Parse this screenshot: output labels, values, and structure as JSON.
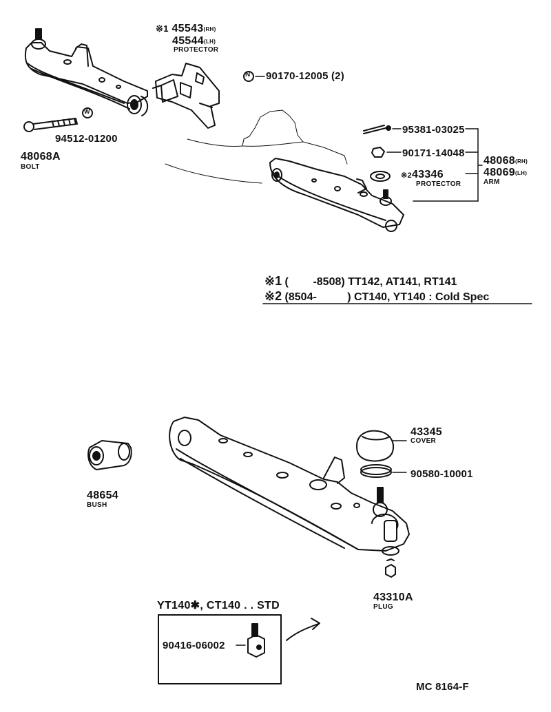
{
  "upper": {
    "p45543": "45543",
    "p45543_side": "(RH)",
    "p45544": "45544",
    "p45544_side": "(LH)",
    "protector": "PROTECTOR",
    "mark1": "※1",
    "n_symbol": "N",
    "p90170": "90170-12005 (2)",
    "w_symbol": "W",
    "p94512": "94512-01200",
    "p48068a": "48068A",
    "bolt": "BOLT",
    "p95381": "95381-03025",
    "p90171": "90171-14048",
    "mark2": "※2",
    "p43346": "43346",
    "protector2": "PROTECTOR",
    "p48068": "48068",
    "p48068_side": "(RH)",
    "p48069": "48069",
    "p48069_side": "(LH)",
    "arm": "ARM"
  },
  "notes": {
    "n1_mark": "※1",
    "n1_text": "(        -8508) TT142, AT141, RT141",
    "n2_mark": "※2",
    "n2_text": "(8504-          ) CT140, YT140 : Cold Spec"
  },
  "lower": {
    "p43345": "43345",
    "cover": "COVER",
    "p90580": "90580-10001",
    "p48654": "48654",
    "bush": "BUSH",
    "p43310a": "43310A",
    "plug": "PLUG",
    "inset_title": "YT140✱, CT140 . . STD",
    "p90416": "90416-06002",
    "code": "MC 8164-F"
  }
}
